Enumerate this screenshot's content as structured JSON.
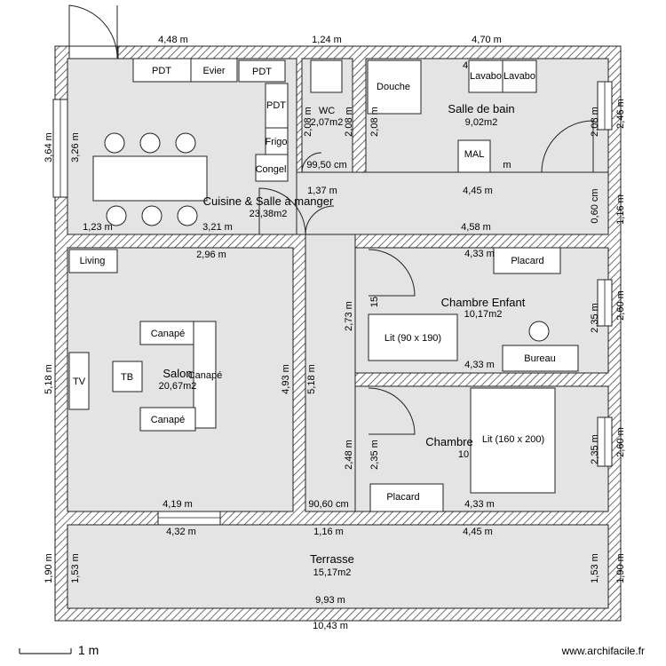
{
  "rooms": {
    "cuisine": {
      "name": "Cuisine & Salle à manger",
      "area": "23,38m2"
    },
    "wc": {
      "name": "WC",
      "area": "2,07m2"
    },
    "bain": {
      "name": "Salle de bain",
      "area": "9,02m2"
    },
    "salon": {
      "name": "Salon",
      "area": "20,67m2"
    },
    "enfant": {
      "name": "Chambre Enfant",
      "area": "10,17m2"
    },
    "chambre": {
      "name": "Chambre",
      "area": "10"
    },
    "terrasse": {
      "name": "Terrasse",
      "area": "15,17m2"
    }
  },
  "furniture": {
    "pdt": "PDT",
    "evier": "Evier",
    "frigo": "Frigo",
    "conge": "Congel",
    "douche": "Douche",
    "lavabo": "Lavabo",
    "mal": "MAL",
    "living": "Living",
    "canape": "Canapé",
    "tb": "TB",
    "tv": "TV",
    "placard": "Placard",
    "lit90": "Lit (90 x 190)",
    "lit160": "Lit (160 x 200)",
    "bureau": "Bureau"
  },
  "dims": {
    "d448": "4,48 m",
    "d124": "1,24 m",
    "d470": "4,70 m",
    "d445": "4,45 m",
    "d458": "4,58 m",
    "d433": "4,33 m",
    "d419": "4,19 m",
    "d432": "4,32 m",
    "d116": "1,16 m",
    "d993": "9,93 m",
    "d1043": "10,43 m",
    "d123": "1,23 m",
    "d321": "3,21 m",
    "d296": "2,96 m",
    "d137": "1,37 m",
    "d9950": "99,50 cm",
    "d9060": "90,60 cm",
    "d364": "3,64 m",
    "d326": "3,26 m",
    "d518": "5,18 m",
    "d493": "4,93 m",
    "d273": "2,73 m",
    "d248": "2,48 m",
    "d235": "2,35 m",
    "d246": "2,46 m",
    "d208": "2,08 m",
    "d260": "2,60 m",
    "d190": "1,90 m",
    "d153": "1,53 m",
    "d4": "4",
    "d15": "15",
    "dm": "m",
    "d1060": "0,60 cm"
  },
  "footer": {
    "scale": "1 m",
    "brand": "www.archifacile.fr"
  }
}
